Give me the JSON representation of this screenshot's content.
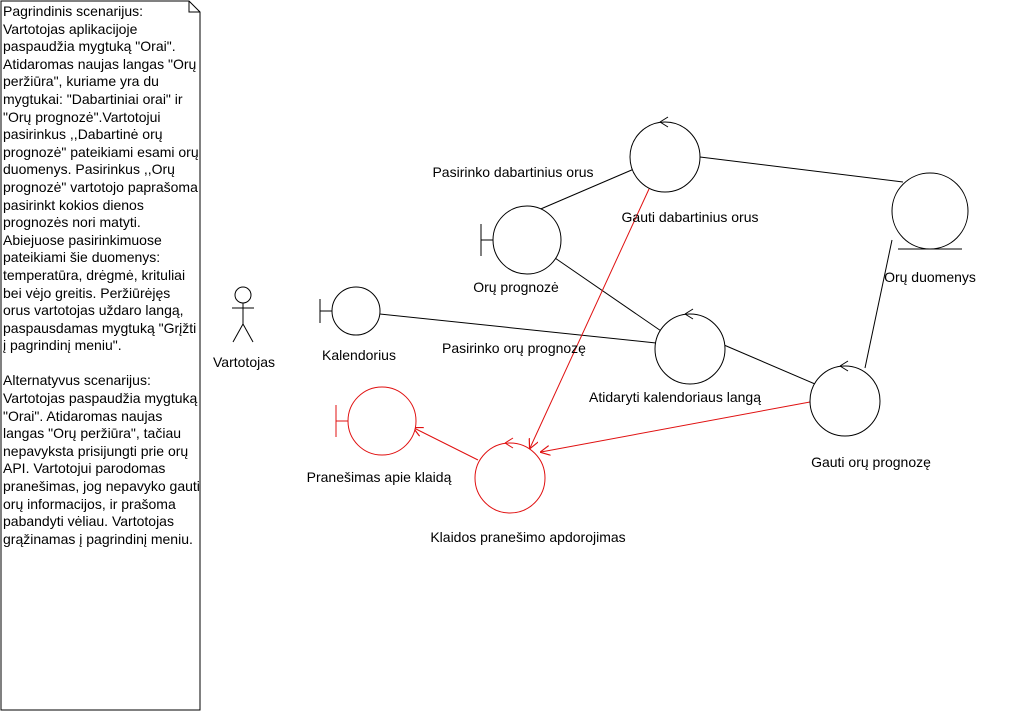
{
  "note": {
    "main_scenario": "Pagrindinis scenarijus:\nVartotojas aplikacijoje paspaudžia mygtuką \"Orai\". Atidaromas naujas langas \"Orų peržiūra\", kuriame yra du mygtukai: \"Dabartiniai orai\" ir \"Orų prognozė\".Vartotojui pasirinkus ,,Dabartinė orų prognozė\" pateikiami esami orų duomenys. Pasirinkus ,,Orų prognozė\" vartotojo paprašoma pasirinkt kokios dienos prognozės nori matyti. Abiejuose pasirinkimuose pateikiami šie duomenys: temperatūra, drėgmė, krituliai bei vėjo greitis. Peržiūrėjęs orus vartotojas uždaro langą, paspausdamas mygtuką \"Grįžti į pagrindinį meniu\".",
    "alt_scenario": "Alternatyvus scenarijus:\nVartotojas paspaudžia mygtuką \"Orai\". Atidaromas naujas langas \"Orų peržiūra\", tačiau nepavyksta prisijungti prie orų API. Vartotojui parodomas pranešimas, jog nepavyko gauti orų informacijos, ir prašoma pabandyti vėliau. Vartotojas grąžinamas į pagrindinį meniu."
  },
  "labels": {
    "actor": "Vartotojas",
    "calendar": "Kalendorius",
    "forecast_boundary": "Orų prognozė",
    "get_current": "Gauti dabartinius orus",
    "weather_data": "Orų duomenys",
    "open_calendar": "Atidaryti kalendoriaus langą",
    "get_forecast": "Gauti orų prognozę",
    "error_boundary": "Pranešimas apie klaidą",
    "error_handling": "Klaidos pranešimo apdorojimas",
    "chose_current": "Pasirinko dabartinius orus",
    "chose_forecast": "Pasirinko orų prognozę"
  },
  "colors": {
    "stroke": "#000000",
    "error": "#e01010"
  }
}
